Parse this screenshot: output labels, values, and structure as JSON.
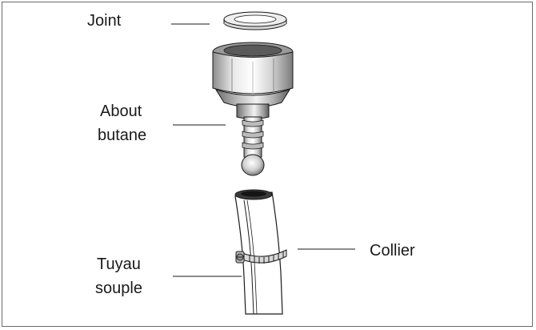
{
  "labels": {
    "joint": "Joint",
    "about_line1": "About",
    "about_line2": "butane",
    "collier": "Collier",
    "tuyau_line1": "Tuyau",
    "tuyau_line2": "souple"
  },
  "icons": [
    "gasket-icon",
    "butane-connector-icon",
    "flexible-hose-icon",
    "hose-clamp-icon"
  ],
  "colors": {
    "stroke": "#1a1a1a",
    "metal": "#c8c8c8",
    "border": "#6b6b6b"
  }
}
